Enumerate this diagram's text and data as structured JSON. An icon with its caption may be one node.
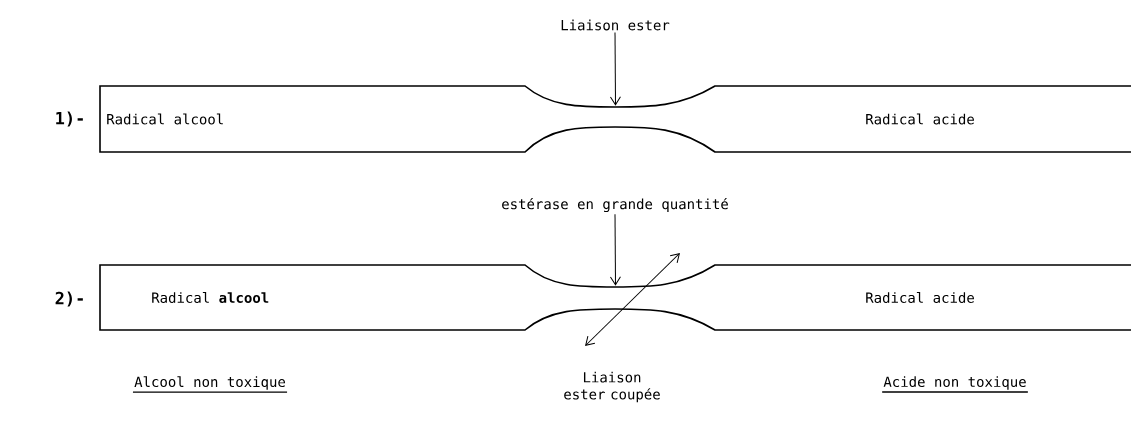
{
  "diagram": {
    "nodes": [
      {
        "text": [
          "Liaison ester"
        ]
      },
      {
        "text": [
          "Radical alcool",
          "Radical acide"
        ]
      },
      {
        "text": [
          "estérase en grande quantité"
        ]
      },
      {
        "text": [
          "Radical **alcool**",
          "Radical acide"
        ]
      }
    ],
    "edges": [
      {
        "from": 0,
        "to": 1,
        "arrow": "to"
      },
      {
        "from": 2,
        "to": 3,
        "arrow": "to"
      }
    ],
    "labels": [
      "1)-",
      "2)-",
      "Alcool non toxique",
      "Liaison ester coupée",
      "Acide non toxique"
    ]
  }
}
